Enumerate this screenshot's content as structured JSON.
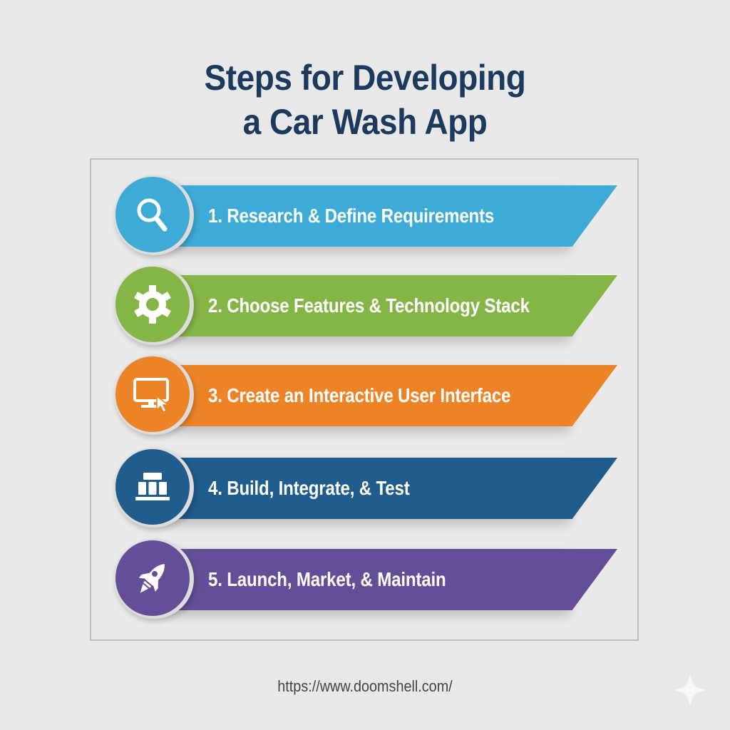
{
  "title": {
    "line1": "Steps for Developing",
    "line2": "a Car Wash App"
  },
  "steps": [
    {
      "label": "1. Research & Define Requirements",
      "icon": "magnifying-glass-icon",
      "color": "#3eabd6"
    },
    {
      "label": "2. Choose Features & Technology Stack",
      "icon": "gear-icon",
      "color": "#86b547"
    },
    {
      "label": "3. Create an Interactive User Interface",
      "icon": "monitor-cursor-icon",
      "color": "#ec8427"
    },
    {
      "label": "4. Build, Integrate, & Test",
      "icon": "building-blocks-icon",
      "color": "#205c8c"
    },
    {
      "label": "5. Launch, Market, & Maintain",
      "icon": "rocket-icon",
      "color": "#634f97"
    }
  ],
  "footer": {
    "url": "https://www.doomshell.com/"
  },
  "colors": {
    "background": "#e8e8e8",
    "title": "#1c3a5e",
    "frame_border": "#bdbdbd",
    "footer_text": "#444444"
  }
}
